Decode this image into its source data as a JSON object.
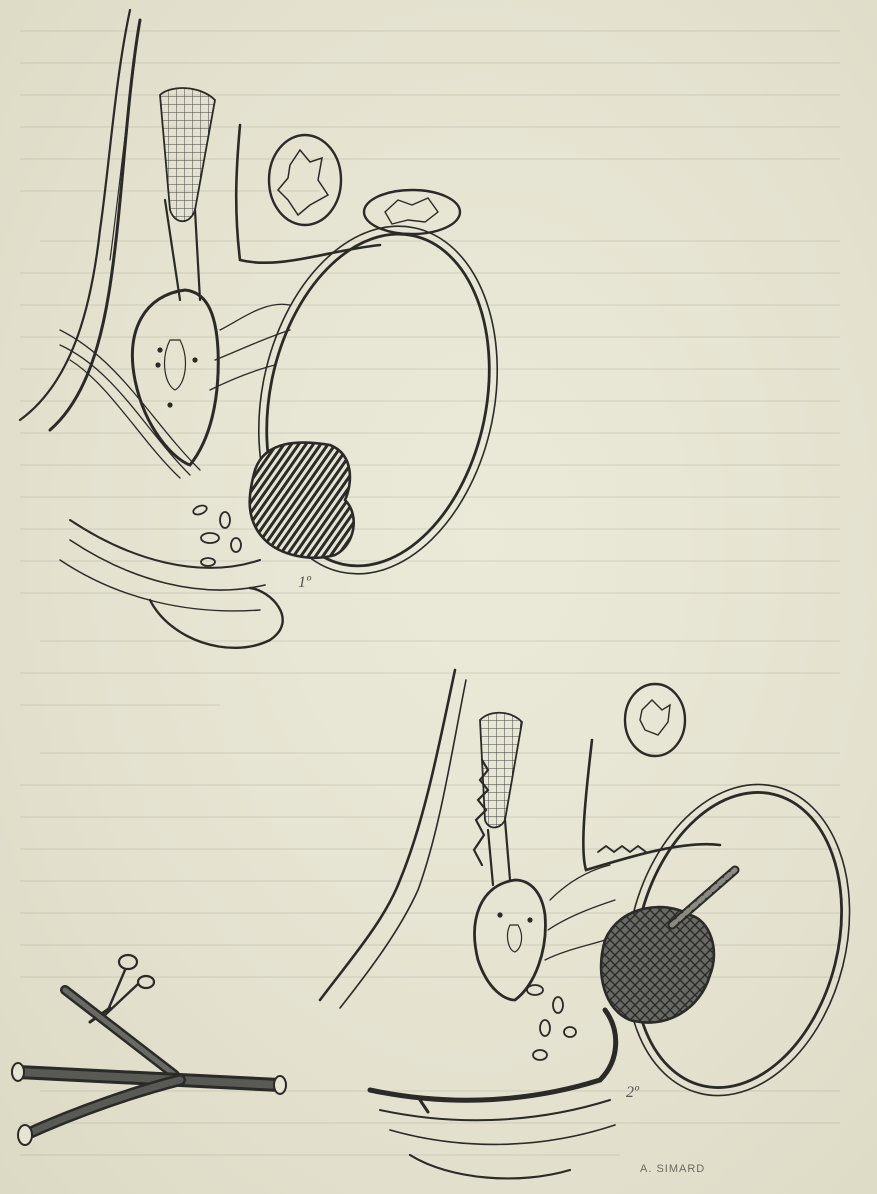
{
  "plate": {
    "figures": [
      {
        "id": "fig-1",
        "label": "1º"
      },
      {
        "id": "fig-2",
        "label": "2º"
      }
    ],
    "signature": "A. SIMARD"
  },
  "colors": {
    "paper": "#e6e4d2",
    "ink": "#2a2a28",
    "shade": "#3a3a36"
  },
  "icons": [
    "forceps-icon",
    "catheter-icon"
  ]
}
